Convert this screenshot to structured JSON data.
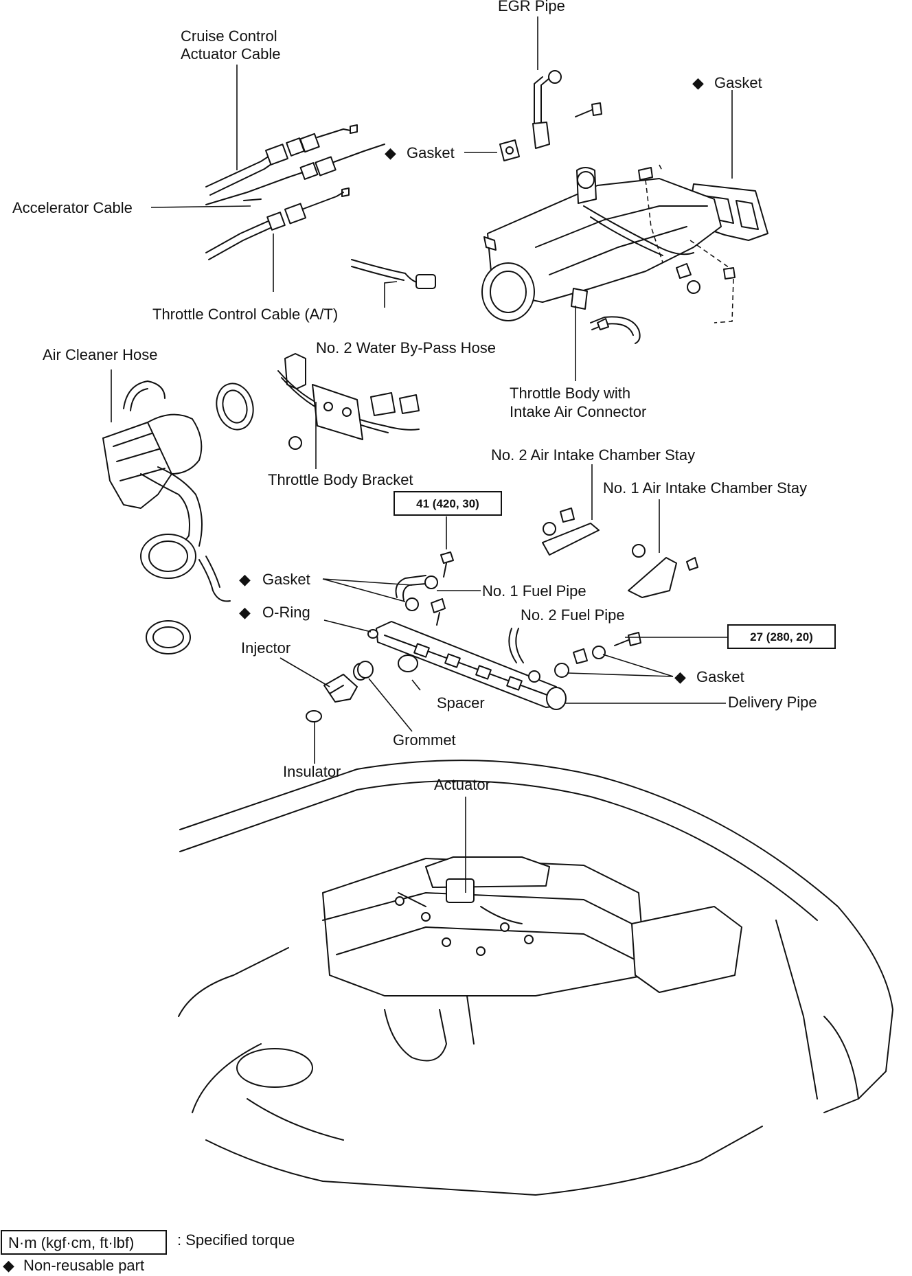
{
  "labels": {
    "egr_pipe": "EGR Pipe",
    "cruise_cable_1": "Cruise Control",
    "cruise_cable_2": "Actuator Cable",
    "gasket_egr": "Gasket",
    "gasket_intake": "Gasket",
    "accelerator_cable": "Accelerator Cable",
    "throttle_control_cable": "Throttle Control Cable (A/T)",
    "water_bypass_hose": "No. 2 Water By-Pass Hose",
    "air_cleaner_hose": "Air Cleaner Hose",
    "throttle_body_1": "Throttle Body with",
    "throttle_body_2": "Intake Air Connector",
    "throttle_body_bracket": "Throttle Body Bracket",
    "no2_stay": "No. 2 Air Intake Chamber Stay",
    "no1_stay": "No. 1 Air Intake Chamber Stay",
    "gasket_fuel": "Gasket",
    "no1_fuel_pipe": "No. 1 Fuel Pipe",
    "o_ring": "O-Ring",
    "no2_fuel_pipe": "No. 2 Fuel Pipe",
    "injector": "Injector",
    "gasket_delivery": "Gasket",
    "spacer": "Spacer",
    "delivery_pipe": "Delivery Pipe",
    "grommet": "Grommet",
    "insulator": "Insulator",
    "actuator": "Actuator"
  },
  "torque": {
    "fuel_pipe_bolt": "41 (420, 30)",
    "delivery_pipe_bolt": "27 (280, 20)"
  },
  "legend": {
    "torque_box": "N·m (kgf·cm, ft·lbf)",
    "torque_desc": ": Specified torque",
    "nonreusable_symbol": "◆",
    "nonreusable_desc": "Non-reusable part"
  }
}
